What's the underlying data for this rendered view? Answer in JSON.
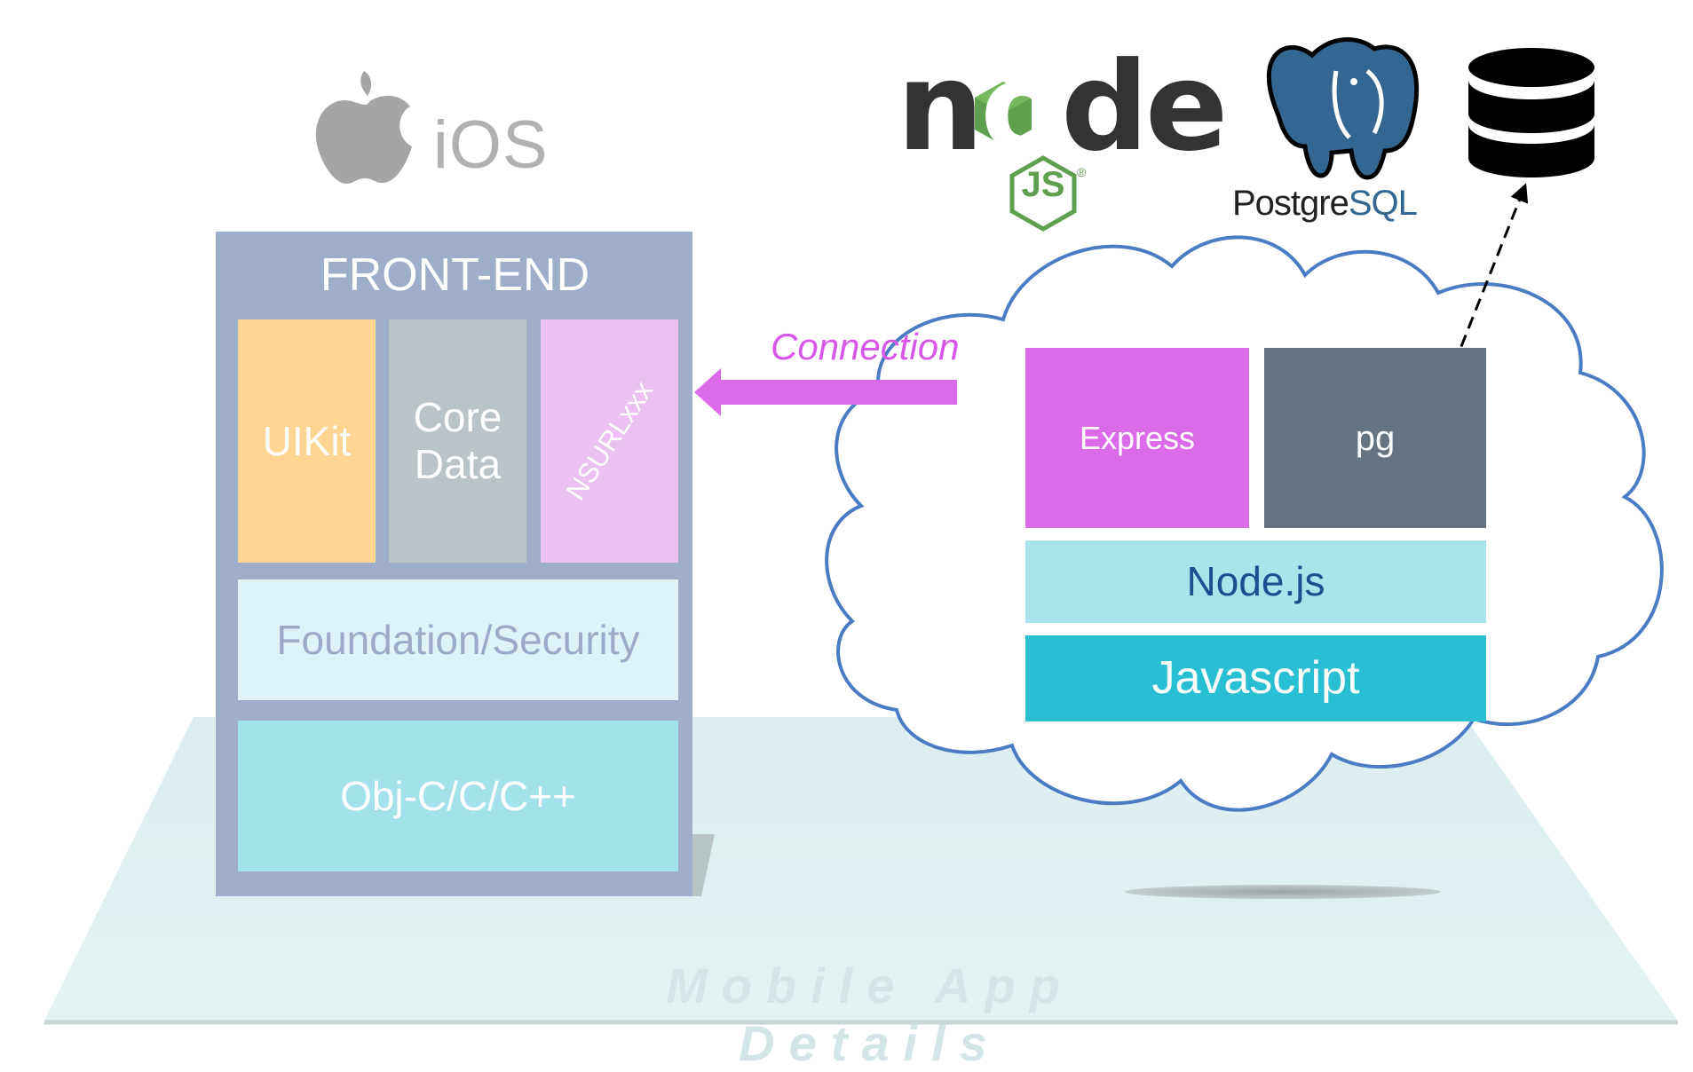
{
  "header": {
    "platform_label": "iOS",
    "node_logo_word": "node",
    "node_logo_o": "o",
    "node_logo_badge": "JS",
    "node_logo_reg": "®",
    "postgres_word_part1": "Postgre",
    "postgres_word_part2": "SQL"
  },
  "frontend": {
    "title": "FRONT-END",
    "uikit": "UIKit",
    "core_data": "Core\nData",
    "nsurl": "NSURLxxx",
    "foundation": "Foundation/Security",
    "language": "Obj-C/C/C++"
  },
  "connection": {
    "label": "Connection"
  },
  "backend": {
    "express": "Express",
    "pg": "pg",
    "runtime": "Node.js",
    "language": "Javascript"
  },
  "footer": {
    "label": "Mobile App Details"
  },
  "colors": {
    "frontend_frame": "#9eadc9",
    "uikit": "#fed692",
    "core_data": "#bac3c8",
    "nsurl": "#ecc0f3",
    "foundation": "#def3f7",
    "objc": "#a3e2eb",
    "express": "#dc6be9",
    "pg": "#667380",
    "nodejs": "#a8e4ec",
    "javascript": "#29bfd3",
    "cloud_stroke": "#4a7cc4",
    "connection_arrow": "#dc6be9",
    "floor": "#dff0f1"
  },
  "icons": [
    "apple-icon",
    "node-hexagon-icon",
    "postgresql-elephant-icon",
    "database-icon",
    "cloud-icon",
    "arrow-left-icon",
    "dashed-double-arrow-icon"
  ]
}
